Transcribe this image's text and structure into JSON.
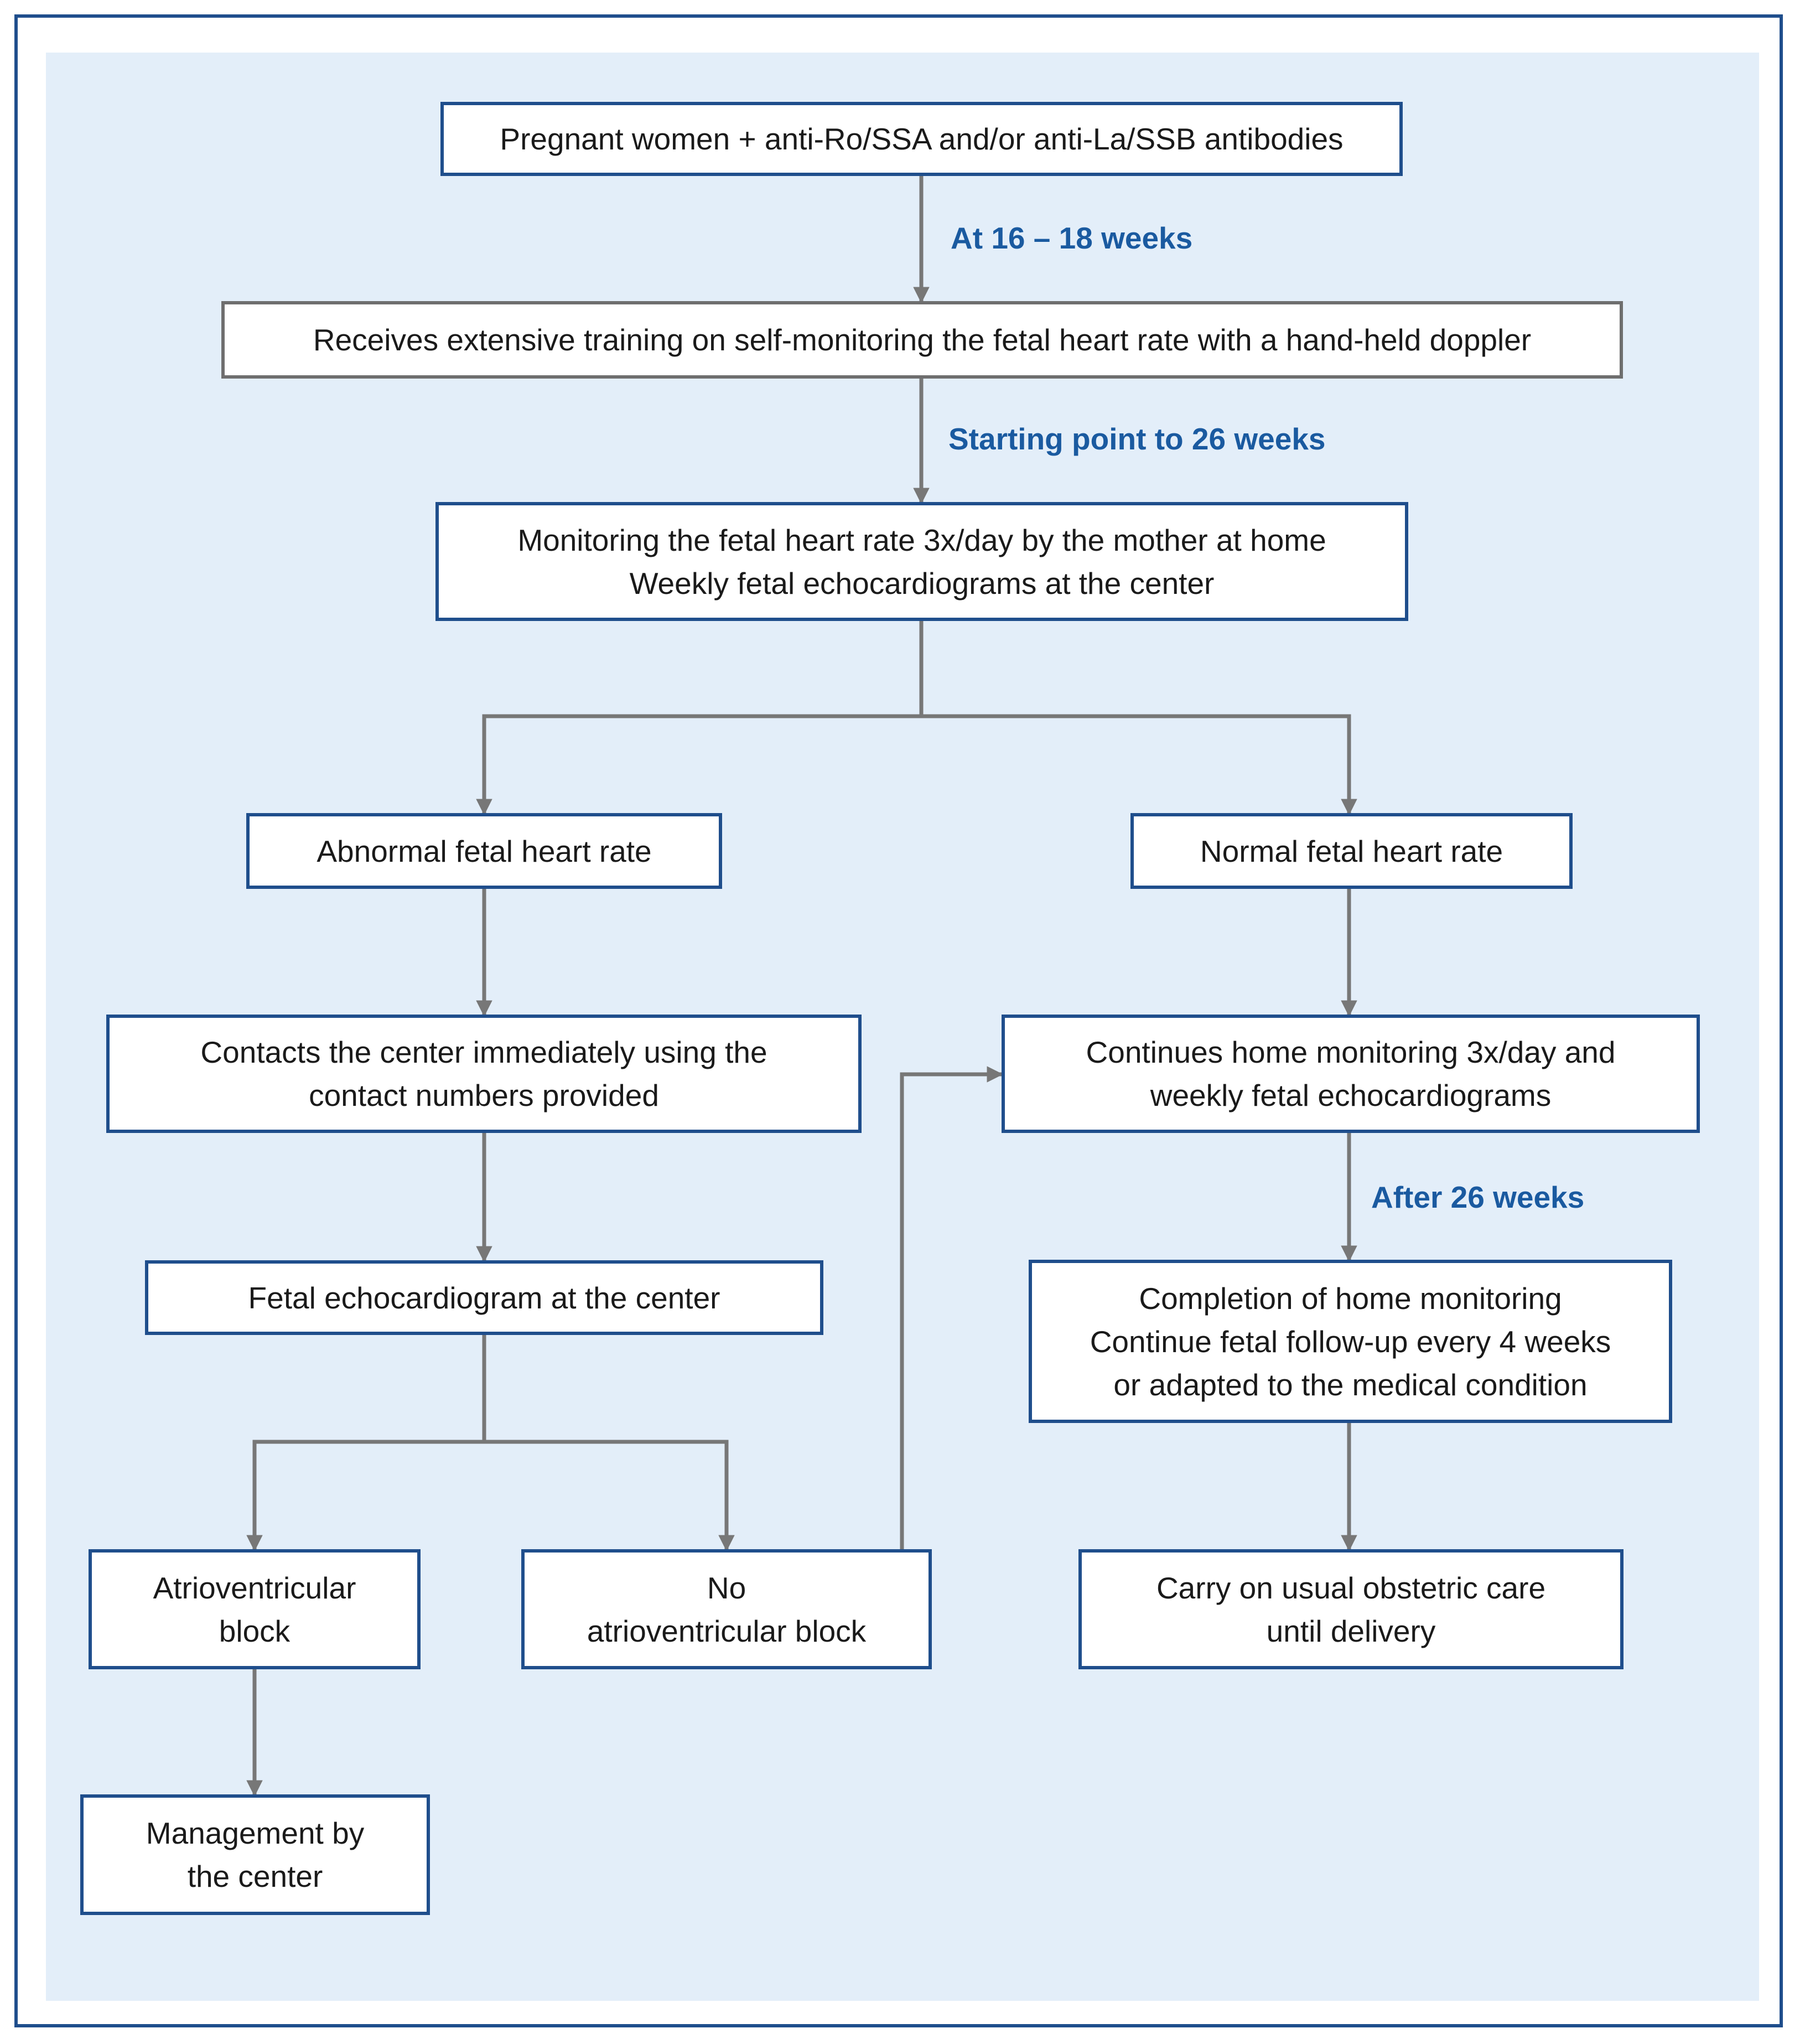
{
  "nodes": {
    "pregnant": "Pregnant women + anti-Ro/SSA and/or anti-La/SSB antibodies",
    "training": "Receives extensive training on self-monitoring the fetal heart rate with a hand-held doppler",
    "monitoring_line1": "Monitoring the fetal heart rate 3x/day by the mother at home",
    "monitoring_line2": "Weekly fetal echocardiograms at the center",
    "abnormal": "Abnormal fetal heart rate",
    "normal": "Normal fetal heart rate",
    "contacts": "Contacts the center immediately using the\ncontact numbers provided",
    "continues": "Continues home monitoring 3x/day and\nweekly fetal echocardiograms",
    "fetal_echo": "Fetal echocardiogram at the center",
    "completion": "Completion of home monitoring\nContinue fetal follow-up every 4 weeks\nor adapted to the medical condition",
    "av_block": "Atrioventricular\nblock",
    "no_av_block": "No\natrioventricular block",
    "carry_on": "Carry on usual obstetric care\nuntil delivery",
    "management": "Management by\nthe center"
  },
  "labels": {
    "at_16_18": "At 16 – 18 weeks",
    "starting_point": "Starting point to 26 weeks",
    "after_26": "After 26 weeks"
  },
  "colors": {
    "frame": "#1f4e8c",
    "panel_bg": "#e3eef9",
    "box_border": "#1f4e8c",
    "training_border": "#6e6e6e",
    "connector": "#777777",
    "label_text": "#1a5aa0"
  }
}
